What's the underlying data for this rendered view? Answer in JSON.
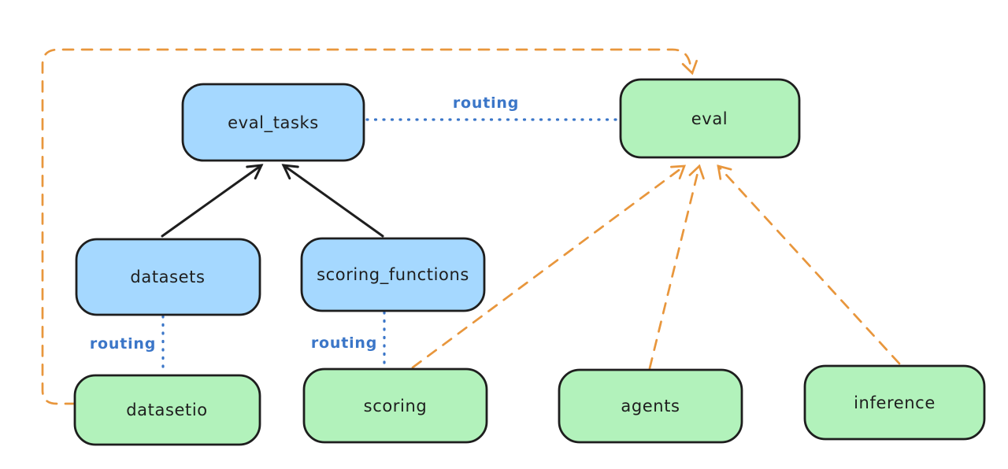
{
  "colors": {
    "background": "#ffffff",
    "node_blue_fill": "#a5d8ff",
    "node_green_fill": "#b2f2bb",
    "node_stroke": "#1e1e1e",
    "arrow_black": "#1e1e1e",
    "arrow_orange": "#e8963c",
    "routing_blue": "#3b76c8"
  },
  "nodes": [
    {
      "id": "eval_tasks",
      "label": "eval_tasks",
      "color": "blue"
    },
    {
      "id": "eval",
      "label": "eval",
      "color": "green"
    },
    {
      "id": "datasets",
      "label": "datasets",
      "color": "blue"
    },
    {
      "id": "scoring_functions",
      "label": "scoring_functions",
      "color": "blue"
    },
    {
      "id": "datasetio",
      "label": "datasetio",
      "color": "green"
    },
    {
      "id": "scoring",
      "label": "scoring",
      "color": "green"
    },
    {
      "id": "agents",
      "label": "agents",
      "color": "green"
    },
    {
      "id": "inference",
      "label": "inference",
      "color": "green"
    }
  ],
  "edges": [
    {
      "from": "datasets",
      "to": "eval_tasks",
      "style": "solid",
      "color": "black",
      "arrowhead": true
    },
    {
      "from": "scoring_functions",
      "to": "eval_tasks",
      "style": "solid",
      "color": "black",
      "arrowhead": true
    },
    {
      "from": "eval_tasks",
      "to": "eval",
      "style": "dotted",
      "color": "blue",
      "label": "routing",
      "arrowhead": false
    },
    {
      "from": "datasets",
      "to": "datasetio",
      "style": "dotted",
      "color": "blue",
      "label": "routing",
      "arrowhead": false
    },
    {
      "from": "scoring_functions",
      "to": "scoring",
      "style": "dotted",
      "color": "blue",
      "label": "routing",
      "arrowhead": false
    },
    {
      "from": "datasetio",
      "to": "eval",
      "style": "dashed",
      "color": "orange",
      "arrowhead": true
    },
    {
      "from": "scoring",
      "to": "eval",
      "style": "dashed",
      "color": "orange",
      "arrowhead": true
    },
    {
      "from": "agents",
      "to": "eval",
      "style": "dashed",
      "color": "orange",
      "arrowhead": true
    },
    {
      "from": "inference",
      "to": "eval",
      "style": "dashed",
      "color": "orange",
      "arrowhead": true
    }
  ]
}
